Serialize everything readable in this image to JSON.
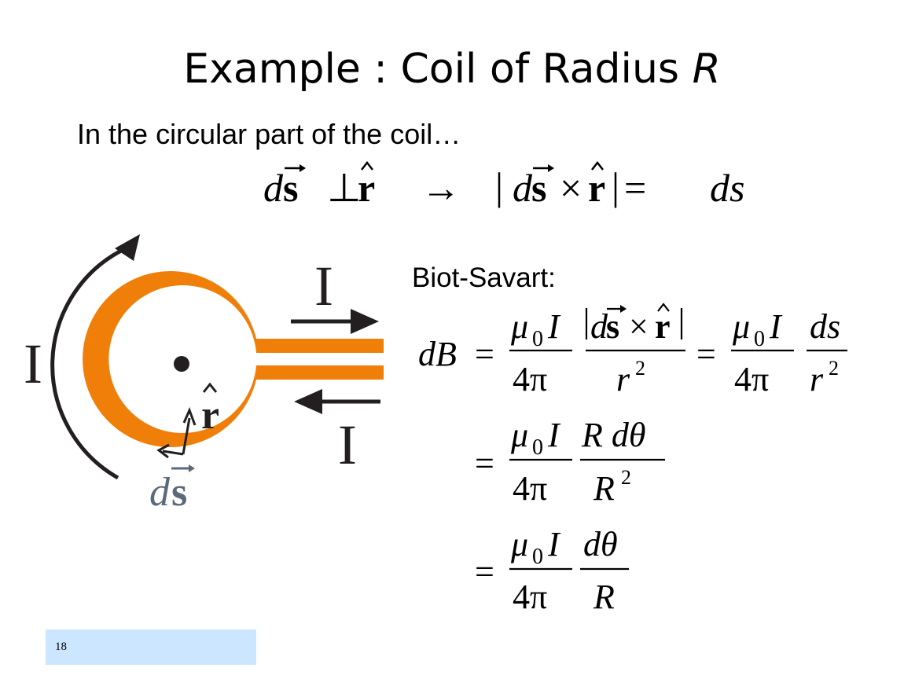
{
  "slide": {
    "title": "Example : Coil of Radius",
    "title_var": "R",
    "subtitle": "In the circular part of the coil…",
    "biot_label": "Biot-Savart:",
    "page_number": "18"
  },
  "figure": {
    "current_label": "I",
    "rhat_label": "r",
    "ds_d": "d",
    "ds_s": "s",
    "coil_color": "#f07f09",
    "arrow_color": "#231f20"
  },
  "math": {
    "d": "d",
    "ds": "ds",
    "s": "s",
    "r": "r",
    "perp": "⊥",
    "to": "→",
    "cross": "×",
    "eq": "=",
    "bar": "|",
    "dB": "dB",
    "mu": "μ",
    "zero": "0",
    "I": "I",
    "four_pi": "4π",
    "two": "2",
    "R": "R",
    "dtheta": "dθ",
    "Rdtheta": "R dθ"
  }
}
